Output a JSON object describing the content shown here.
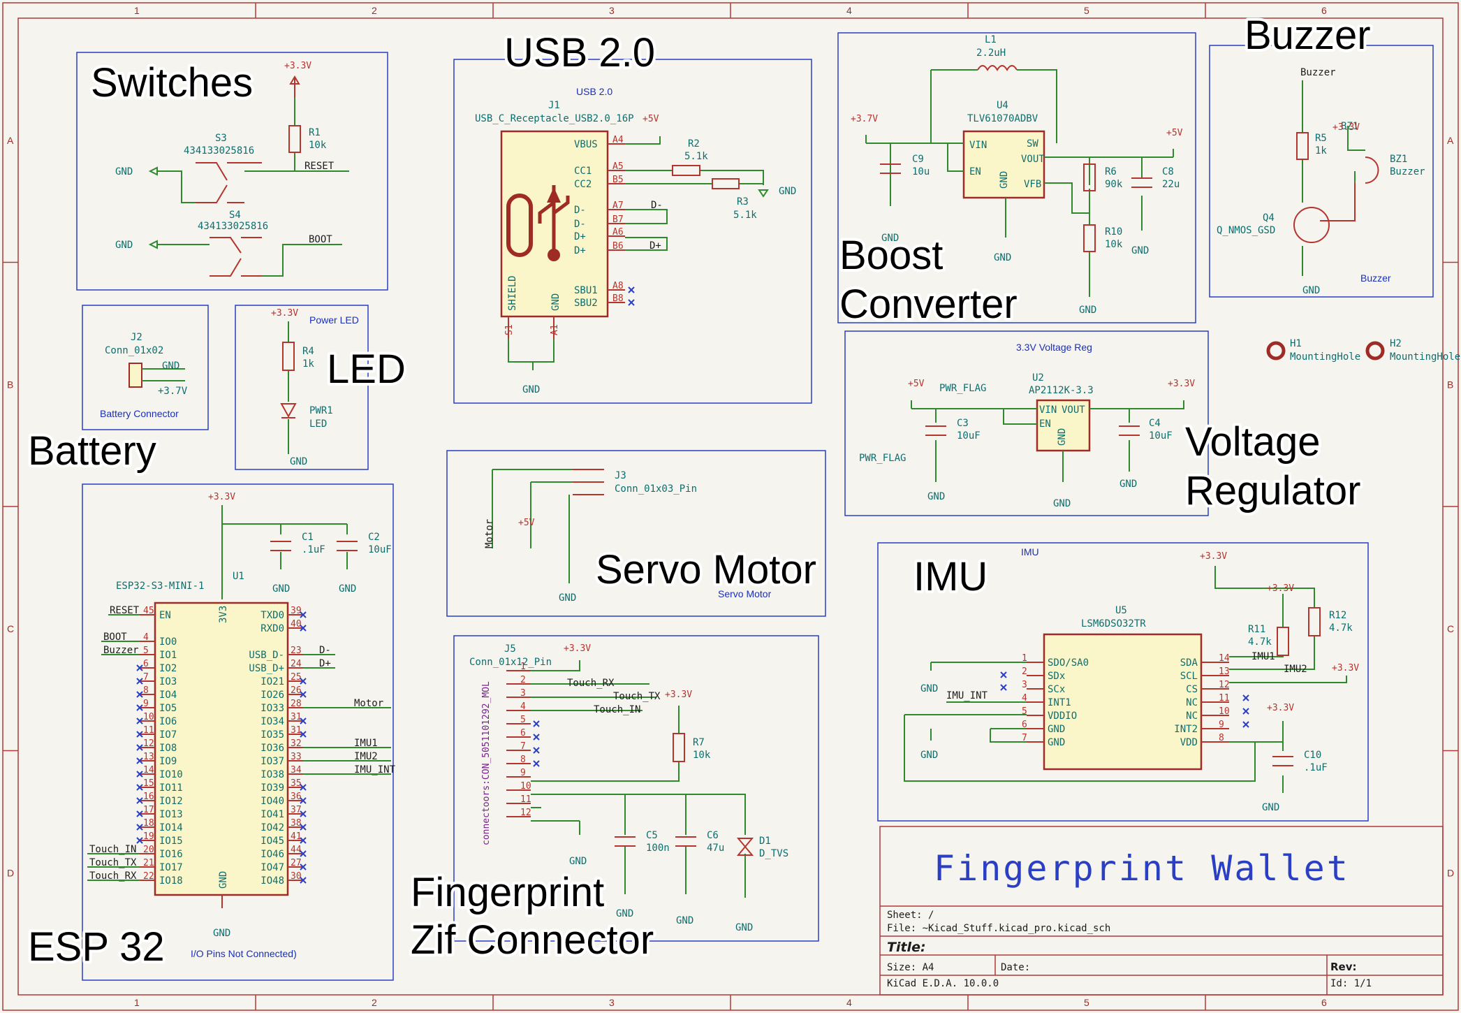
{
  "ruler": {
    "cols": [
      "1",
      "2",
      "3",
      "4",
      "5",
      "6"
    ],
    "rows": [
      "A",
      "B",
      "C",
      "D"
    ]
  },
  "headings": {
    "switches": "Switches",
    "usb": "USB 2.0",
    "boost": [
      "Boost",
      "Converter"
    ],
    "buzzer": "Buzzer",
    "led": "LED",
    "battery": "Battery",
    "voltage_regulator": [
      "Voltage",
      "Regulator"
    ],
    "servo": "Servo Motor",
    "imu": "IMU",
    "esp32": "ESP 32",
    "fingerprint": [
      "Fingerprint",
      "Zif Connector"
    ]
  },
  "sheet_labels": {
    "usb": "USB 2.0",
    "power_led": "Power LED",
    "battery": "Battery Connector",
    "reg": "3.3V Voltage Reg",
    "buzzer": "Buzzer",
    "servo": "Servo Motor",
    "imu": "IMU",
    "esp_note": "I/O Pins Not Connected)"
  },
  "power": {
    "p33": "+3.3V",
    "p37": "+3.7V",
    "p5": "+5V",
    "gnd": "GND",
    "pwr_flag": "PWR_FLAG"
  },
  "switches": {
    "r1": {
      "ref": "R1",
      "value": "10k"
    },
    "s3": {
      "ref": "S3",
      "value": "434133025816"
    },
    "s4": {
      "ref": "S4",
      "value": "434133025816"
    },
    "net_reset": "RESET",
    "net_boot": "BOOT"
  },
  "usb": {
    "ref": "J1",
    "value": "USB_C_Receptacle_USB2.0_16P",
    "pins_left": [
      "VBUS",
      "CC1",
      "CC2",
      "D-",
      "D-",
      "D+",
      "D+",
      "SBU1",
      "SBU2"
    ],
    "pins_num": [
      "A4",
      "A5",
      "B5",
      "A7",
      "B7",
      "A6",
      "B6",
      "A8",
      "B8"
    ],
    "bottom_pins": [
      "SHIELD",
      "GND"
    ],
    "bottom_nums": [
      "S1",
      "A1"
    ],
    "r2": {
      "ref": "R2",
      "value": "5.1k"
    },
    "r3": {
      "ref": "R3",
      "value": "5.1k"
    },
    "net_dm": "D-",
    "net_dp": "D+"
  },
  "boost": {
    "l1": {
      "ref": "L1",
      "value": "2.2uH"
    },
    "u4": {
      "ref": "U4",
      "value": "TLV61070ADBV"
    },
    "pins": {
      "vin": "VIN",
      "en": "EN",
      "sw": "SW",
      "vout": "VOUT",
      "vfb": "VFB",
      "gnd": "GND"
    },
    "c9": {
      "ref": "C9",
      "value": "10u"
    },
    "r6": {
      "ref": "R6",
      "value": "90k"
    },
    "r10": {
      "ref": "R10",
      "value": "10k"
    },
    "c8": {
      "ref": "C8",
      "value": "22u"
    }
  },
  "buzzer": {
    "net": "Buzzer",
    "r5": {
      "ref": "R5",
      "value": "1k"
    },
    "bz1": {
      "ref": "BZ1",
      "value": "Buzzer"
    },
    "q4": {
      "ref": "Q4",
      "value": "Q_NMOS_GSD"
    }
  },
  "mounting": [
    {
      "ref": "H1",
      "value": "MountingHole"
    },
    {
      "ref": "H2",
      "value": "MountingHole"
    }
  ],
  "battery": {
    "ref": "J2",
    "value": "Conn_01x02"
  },
  "led": {
    "r4": {
      "ref": "R4",
      "value": "1k"
    },
    "pwr1": {
      "ref": "PWR1",
      "value": "LED"
    }
  },
  "reg": {
    "u2": {
      "ref": "U2",
      "value": "AP2112K-3.3"
    },
    "pins": {
      "vin": "VIN",
      "vout": "VOUT",
      "en": "EN",
      "gnd": "GND"
    },
    "c3": {
      "ref": "C3",
      "value": "10uF"
    },
    "c4": {
      "ref": "C4",
      "value": "10uF"
    }
  },
  "servo": {
    "ref": "J3",
    "value": "Conn_01x03_Pin",
    "net": "Motor"
  },
  "esp": {
    "ref": "U1",
    "value": "ESP32-S3-MINI-1",
    "c1": {
      "ref": "C1",
      "value": ".1uF"
    },
    "c2": {
      "ref": "C2",
      "value": "10uF"
    },
    "left_pins": [
      "EN",
      "IO0",
      "IO1",
      "IO2",
      "IO3",
      "IO4",
      "IO5",
      "IO6",
      "IO7",
      "IO8",
      "IO9",
      "IO10",
      "IO11",
      "IO12",
      "IO13",
      "IO14",
      "IO15",
      "IO16",
      "IO17",
      "IO18"
    ],
    "left_nums": [
      "45",
      "4",
      "5",
      "6",
      "7",
      "8",
      "9",
      "10",
      "11",
      "12",
      "13",
      "14",
      "15",
      "16",
      "17",
      "18",
      "19",
      "20",
      "21",
      "22"
    ],
    "right_pins": [
      "TXD0",
      "RXD0",
      "",
      "USB_D-",
      "USB_D+",
      "IO21",
      "IO26",
      "IO33",
      "IO34",
      "IO35",
      "IO36",
      "IO37",
      "IO38",
      "IO39",
      "IO40",
      "IO41",
      "IO42",
      "IO45",
      "IO46",
      "IO47",
      "IO48"
    ],
    "right_nums": [
      "39",
      "40",
      "",
      "23",
      "24",
      "25",
      "26",
      "28",
      "31",
      "31",
      "32",
      "33",
      "34",
      "35",
      "36",
      "37",
      "38",
      "41",
      "44",
      "27",
      "30"
    ],
    "top_pin": "3V3",
    "bottom_pin": "GND",
    "nets_left": {
      "reset": "RESET",
      "boot": "BOOT",
      "buzzer": "Buzzer",
      "touch_in": "Touch_IN",
      "touch_tx": "Touch_TX",
      "touch_rx": "Touch_RX"
    },
    "nets_right": {
      "dm": "D-",
      "dp": "D+",
      "motor": "Motor",
      "imu1": "IMU1",
      "imu2": "IMU2",
      "imu_int": "IMU_INT"
    }
  },
  "fingerprint": {
    "ref": "J5",
    "value": "Conn_01x12_Pin",
    "footprint": "connectoors:CON_5051101292_MOL",
    "pins": [
      "1",
      "2",
      "3",
      "4",
      "5",
      "6",
      "7",
      "8",
      "9",
      "10",
      "11",
      "12"
    ],
    "nets": {
      "touch_rx": "Touch_RX",
      "touch_tx": "Touch_TX",
      "touch_in": "Touch_IN"
    },
    "r7": {
      "ref": "R7",
      "value": "10k"
    },
    "c5": {
      "ref": "C5",
      "value": "100n"
    },
    "c6": {
      "ref": "C6",
      "value": "47u"
    },
    "d1": {
      "ref": "D1",
      "value": "D_TVS"
    }
  },
  "imu": {
    "ref": "U5",
    "value": "LSM6DSO32TR",
    "left_pins": [
      "SDO/SA0",
      "SDx",
      "SCx",
      "INT1",
      "VDDIO",
      "GND",
      "GND"
    ],
    "left_nums": [
      "1",
      "2",
      "3",
      "4",
      "5",
      "6",
      "7"
    ],
    "right_pins": [
      "SDA",
      "SCL",
      "CS",
      "NC",
      "NC",
      "INT2",
      "VDD"
    ],
    "right_nums": [
      "14",
      "13",
      "12",
      "11",
      "10",
      "9",
      "8"
    ],
    "r11": {
      "ref": "R11",
      "value": "4.7k"
    },
    "r12": {
      "ref": "R12",
      "value": "4.7k"
    },
    "c10": {
      "ref": "C10",
      "value": ".1uF"
    },
    "net_imu_int": "IMU_INT",
    "net_imu1": "IMU1",
    "net_imu2": "IMU2"
  },
  "title_block": {
    "project": "Fingerprint Wallet",
    "sheet": "Sheet: /",
    "file": "File: ~Kicad_Stuff.kicad_pro.kicad_sch",
    "title": "Title:",
    "size": "Size: A4",
    "date": "Date:",
    "rev": "Rev:",
    "tool": "KiCad E.D.A. 10.0.0",
    "id": "Id: 1/1"
  }
}
